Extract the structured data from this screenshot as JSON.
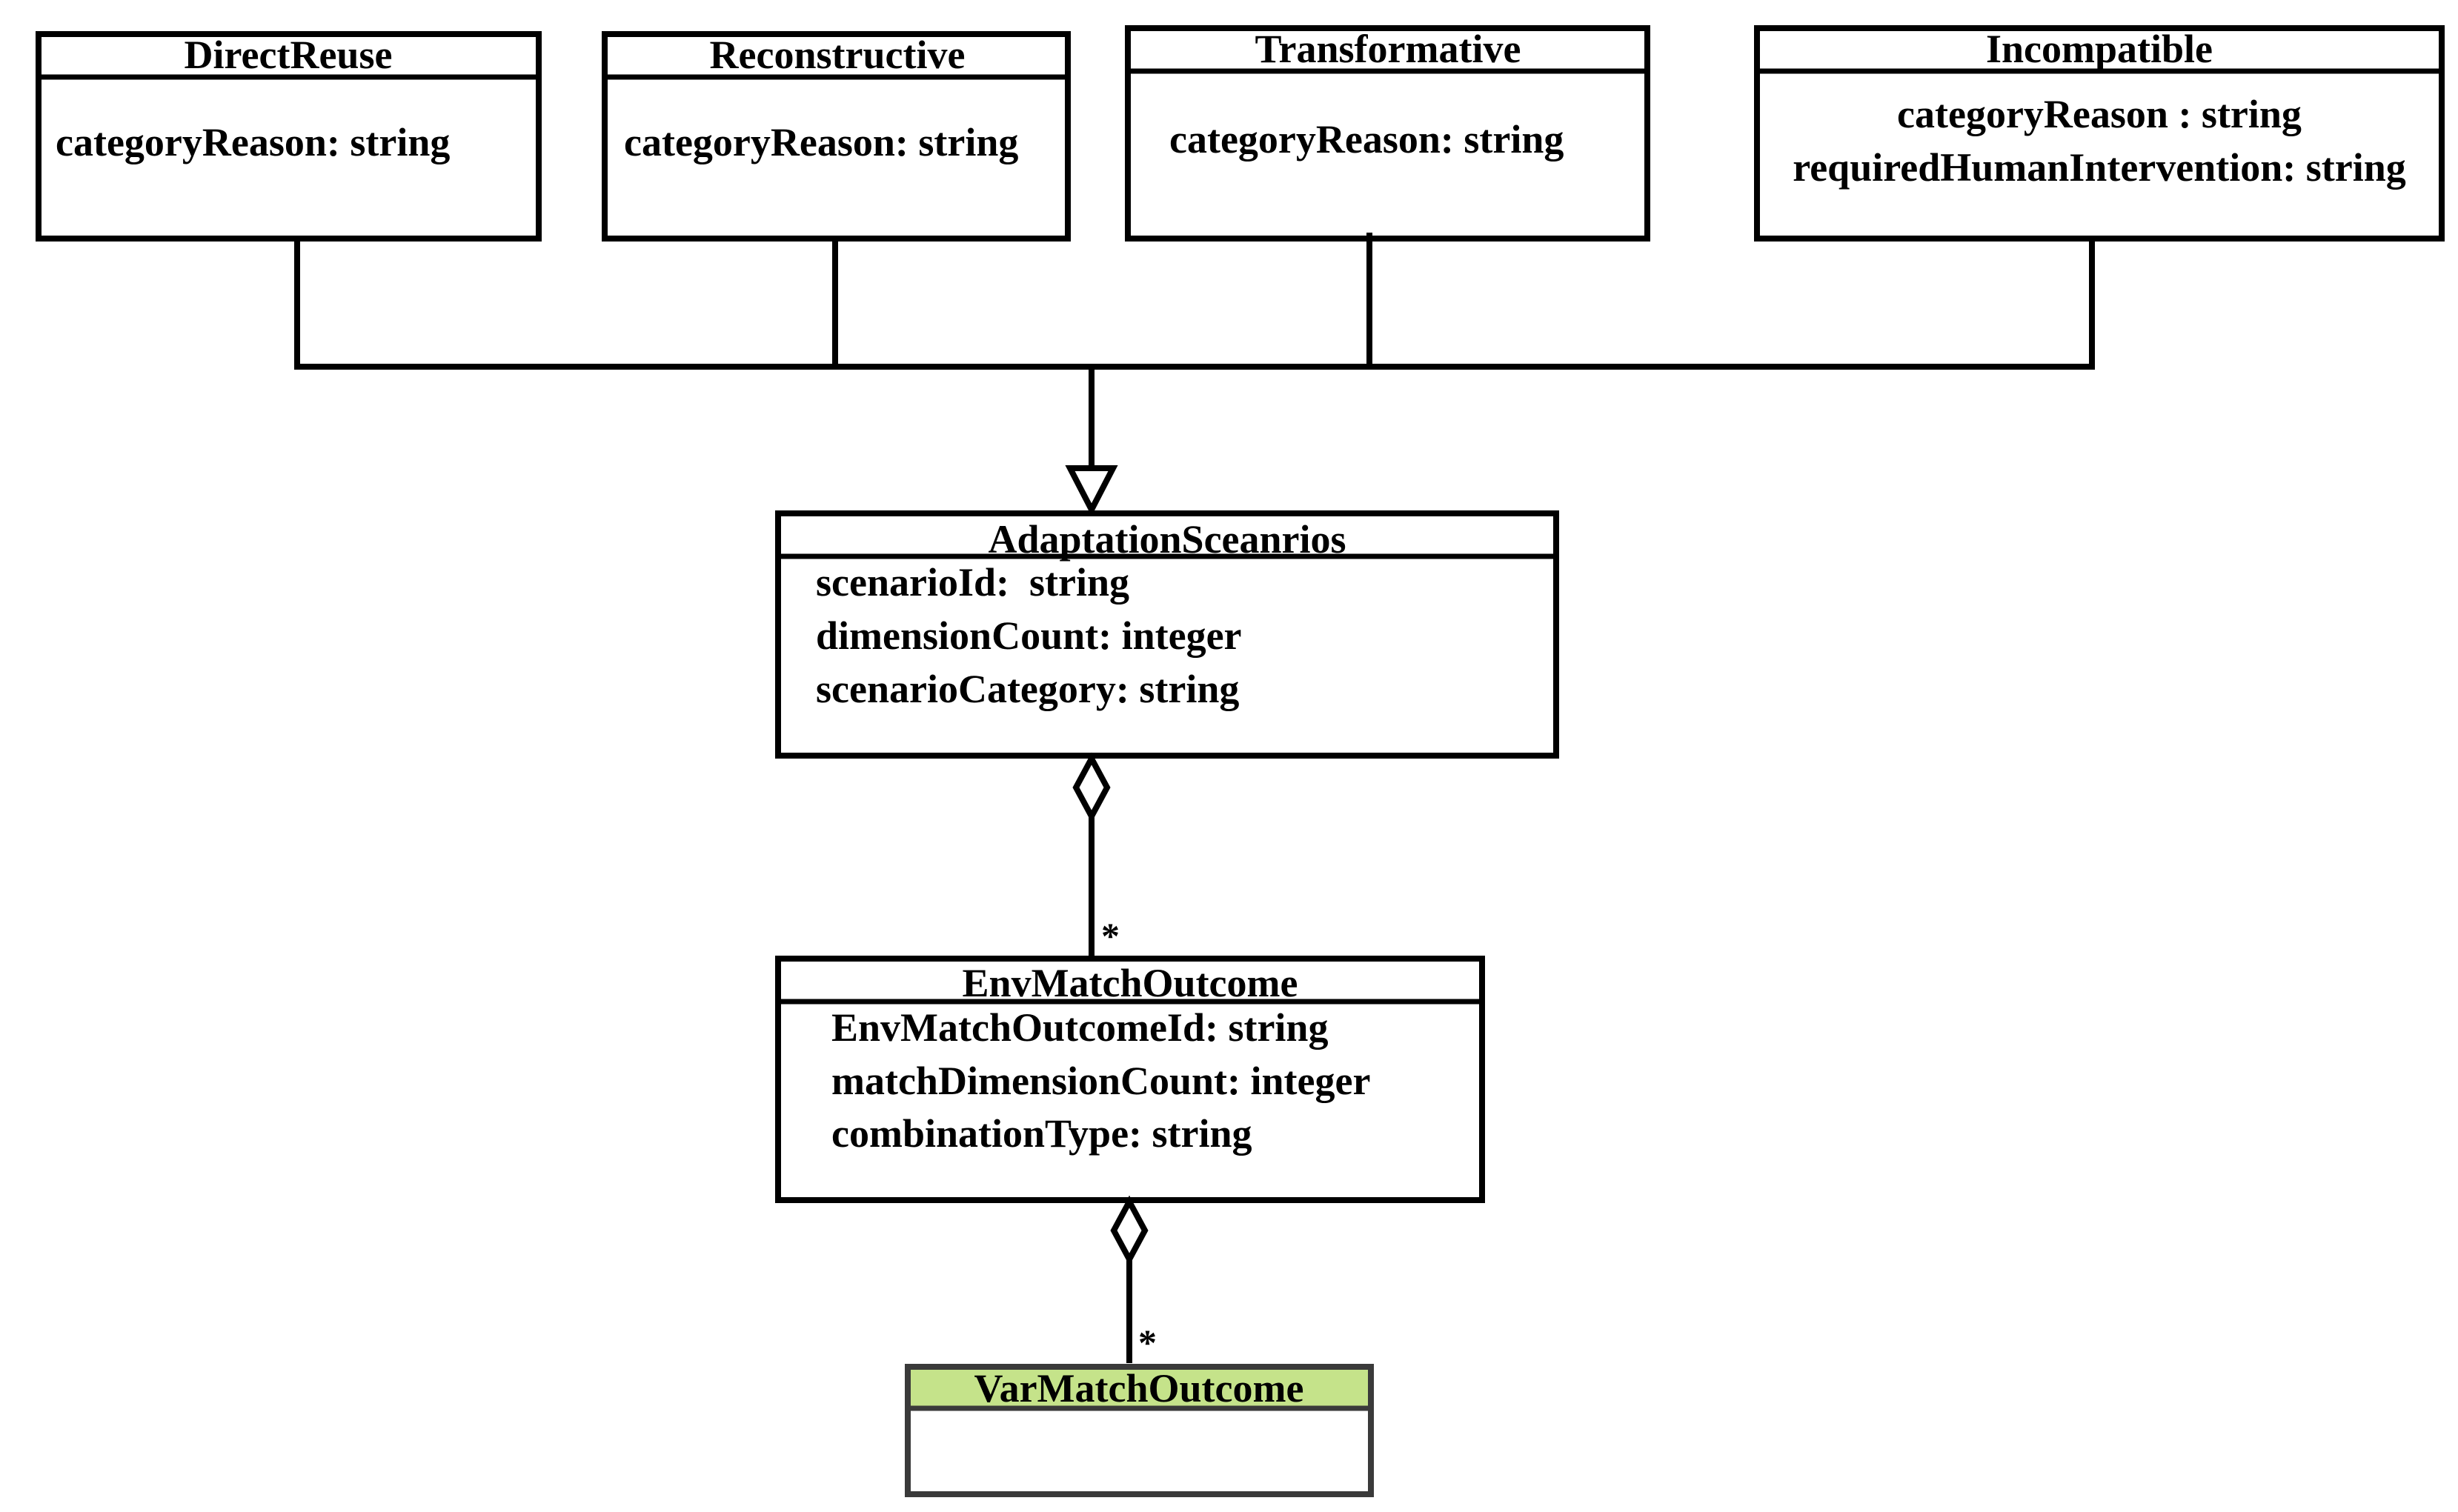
{
  "classes": {
    "direct_reuse": {
      "name": "DirectReuse",
      "attributes": [
        "categoryReason: string"
      ],
      "header_fill": "#ffffff"
    },
    "reconstructive": {
      "name": "Reconstructive",
      "attributes": [
        "categoryReason: string"
      ],
      "header_fill": "#ffffff"
    },
    "transformative": {
      "name": "Transformative",
      "attributes": [
        "categoryReason: string"
      ],
      "header_fill": "#ffffff"
    },
    "incompatible": {
      "name": "Incompatible",
      "attributes": [
        "categoryReason : string",
        "requiredHumanIntervention: string"
      ],
      "header_fill": "#ffffff"
    },
    "adaptation_scenarios": {
      "name": "AdaptationSceanrios",
      "attributes": [
        "scenarioId:  string",
        "dimensionCount: integer",
        "scenarioCategory: string"
      ],
      "header_fill": "#ffffff"
    },
    "env_match_outcome": {
      "name": "EnvMatchOutcome",
      "attributes": [
        "EnvMatchOutcomeId: string",
        "matchDimensionCount: integer",
        "combinationType: string"
      ],
      "header_fill": "#ffffff"
    },
    "var_match_outcome": {
      "name": "VarMatchOutcome",
      "attributes": [],
      "header_fill": "#c5e38a"
    }
  },
  "relations": {
    "generalization": {
      "type": "generalization",
      "parent": "AdaptationSceanrios",
      "children": [
        "DirectReuse",
        "Reconstructive",
        "Transformative",
        "Incompatible"
      ]
    },
    "aggregation_env": {
      "type": "aggregation",
      "whole": "AdaptationSceanrios",
      "part": "EnvMatchOutcome",
      "multiplicity": "*"
    },
    "aggregation_var": {
      "type": "aggregation",
      "whole": "EnvMatchOutcome",
      "part": "VarMatchOutcome",
      "multiplicity": "*"
    }
  },
  "colors": {
    "stroke": "#000000",
    "var_outline": "#3a3a3a"
  }
}
